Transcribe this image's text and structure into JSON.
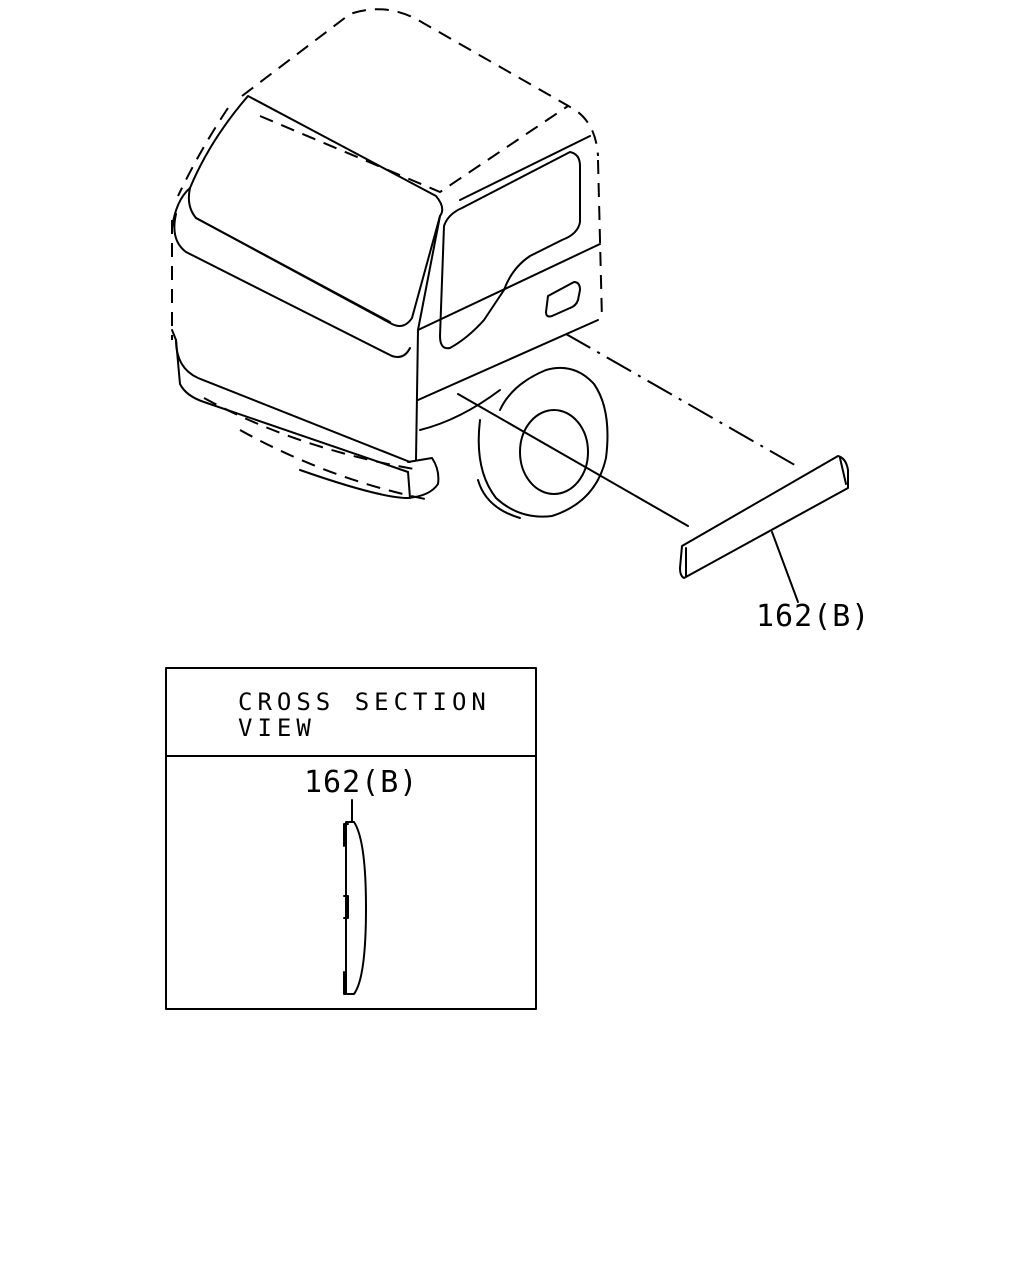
{
  "main_view": {
    "part_callout": "162(B)"
  },
  "cross_section_box": {
    "title_line_1": "CROSS SECTION",
    "title_line_2": "VIEW",
    "part_callout": "162(B)"
  },
  "icons": {
    "truck_cab": "truck-cab-illustration",
    "moulding_part": "side-moulding-strip",
    "profile": "moulding-cross-section-profile"
  }
}
